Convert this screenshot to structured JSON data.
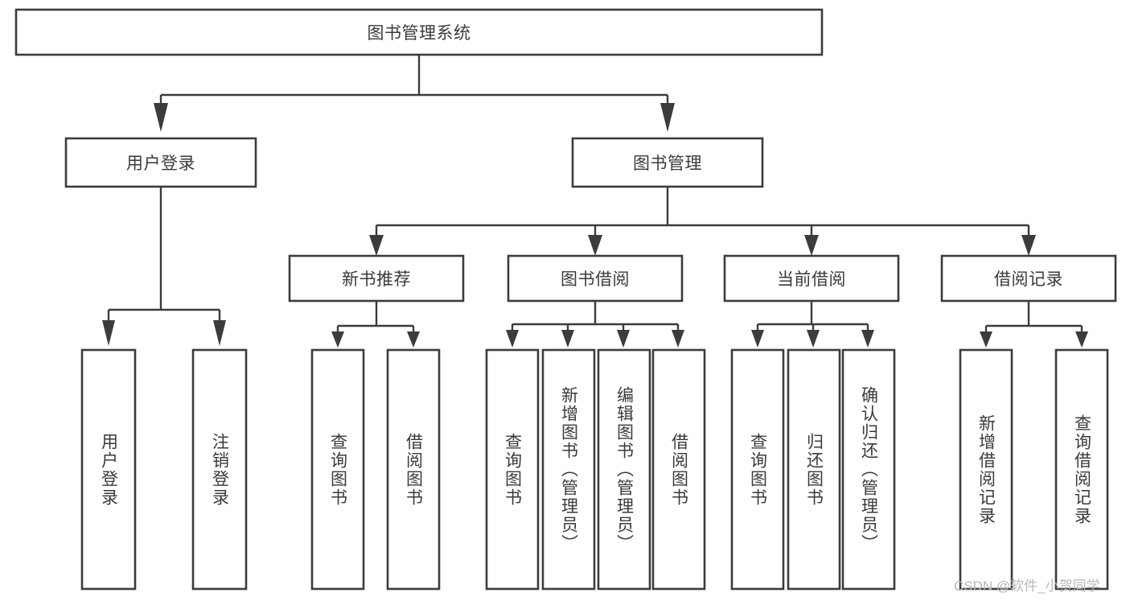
{
  "diagram": {
    "title": "图书管理系统",
    "type": "tree-hierarchy",
    "watermark": "CSDN @软件_小贺同学",
    "colors": {
      "box_border": "#3c3c3c",
      "box_fill": "#ffffff",
      "text": "#3a3a3a",
      "connector": "#3c3c3c",
      "watermark": "#b8b8b8",
      "background": "#ffffff"
    },
    "root": {
      "label": "图书管理系统"
    },
    "level1": [
      {
        "label": "用户登录"
      },
      {
        "label": "图书管理"
      }
    ],
    "level2": [
      {
        "label": "新书推荐"
      },
      {
        "label": "图书借阅"
      },
      {
        "label": "当前借阅"
      },
      {
        "label": "借阅记录"
      }
    ],
    "leaves": {
      "user_login": [
        {
          "label": "用户登录"
        },
        {
          "label": "注销登录"
        }
      ],
      "new_book_recommend": [
        {
          "label": "查询图书"
        },
        {
          "label": "借阅图书"
        }
      ],
      "book_borrow": [
        {
          "label": "查询图书"
        },
        {
          "label": "新增图书（管理员）"
        },
        {
          "label": "编辑图书（管理员）"
        },
        {
          "label": "借阅图书"
        }
      ],
      "current_borrow": [
        {
          "label": "查询图书"
        },
        {
          "label": "归还图书"
        },
        {
          "label": "确认归还（管理员）"
        }
      ],
      "borrow_record": [
        {
          "label": "新增借阅记录"
        },
        {
          "label": "查询借阅记录"
        }
      ]
    }
  }
}
